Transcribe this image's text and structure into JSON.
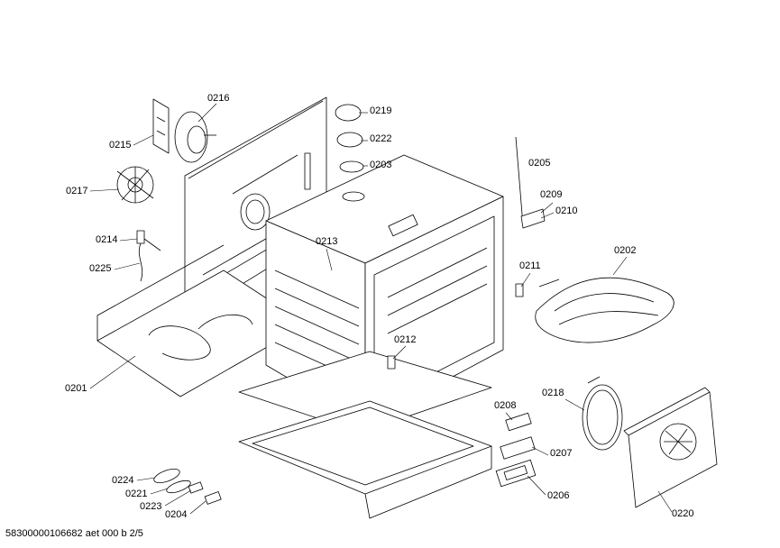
{
  "parts": [
    {
      "id": "p0216",
      "text": "0216"
    },
    {
      "id": "p0215",
      "text": "0215"
    },
    {
      "id": "p0217",
      "text": "0217"
    },
    {
      "id": "p0214",
      "text": "0214"
    },
    {
      "id": "p0225",
      "text": "0225"
    },
    {
      "id": "p0201",
      "text": "0201"
    },
    {
      "id": "p0219",
      "text": "0219"
    },
    {
      "id": "p0222",
      "text": "0222"
    },
    {
      "id": "p0203",
      "text": "0203"
    },
    {
      "id": "p0213",
      "text": "0213"
    },
    {
      "id": "p0205",
      "text": "0205"
    },
    {
      "id": "p0209",
      "text": "0209"
    },
    {
      "id": "p0210",
      "text": "0210"
    },
    {
      "id": "p0202",
      "text": "0202"
    },
    {
      "id": "p0211",
      "text": "0211"
    },
    {
      "id": "p0212",
      "text": "0212"
    },
    {
      "id": "p0218",
      "text": "0218"
    },
    {
      "id": "p0208",
      "text": "0208"
    },
    {
      "id": "p0207",
      "text": "0207"
    },
    {
      "id": "p0206",
      "text": "0206"
    },
    {
      "id": "p0220",
      "text": "0220"
    },
    {
      "id": "p0224",
      "text": "0224"
    },
    {
      "id": "p0221",
      "text": "0221"
    },
    {
      "id": "p0223",
      "text": "0223"
    },
    {
      "id": "p0204",
      "text": "0204"
    }
  ],
  "footer": "58300000106682 aet 000 b 2/5"
}
